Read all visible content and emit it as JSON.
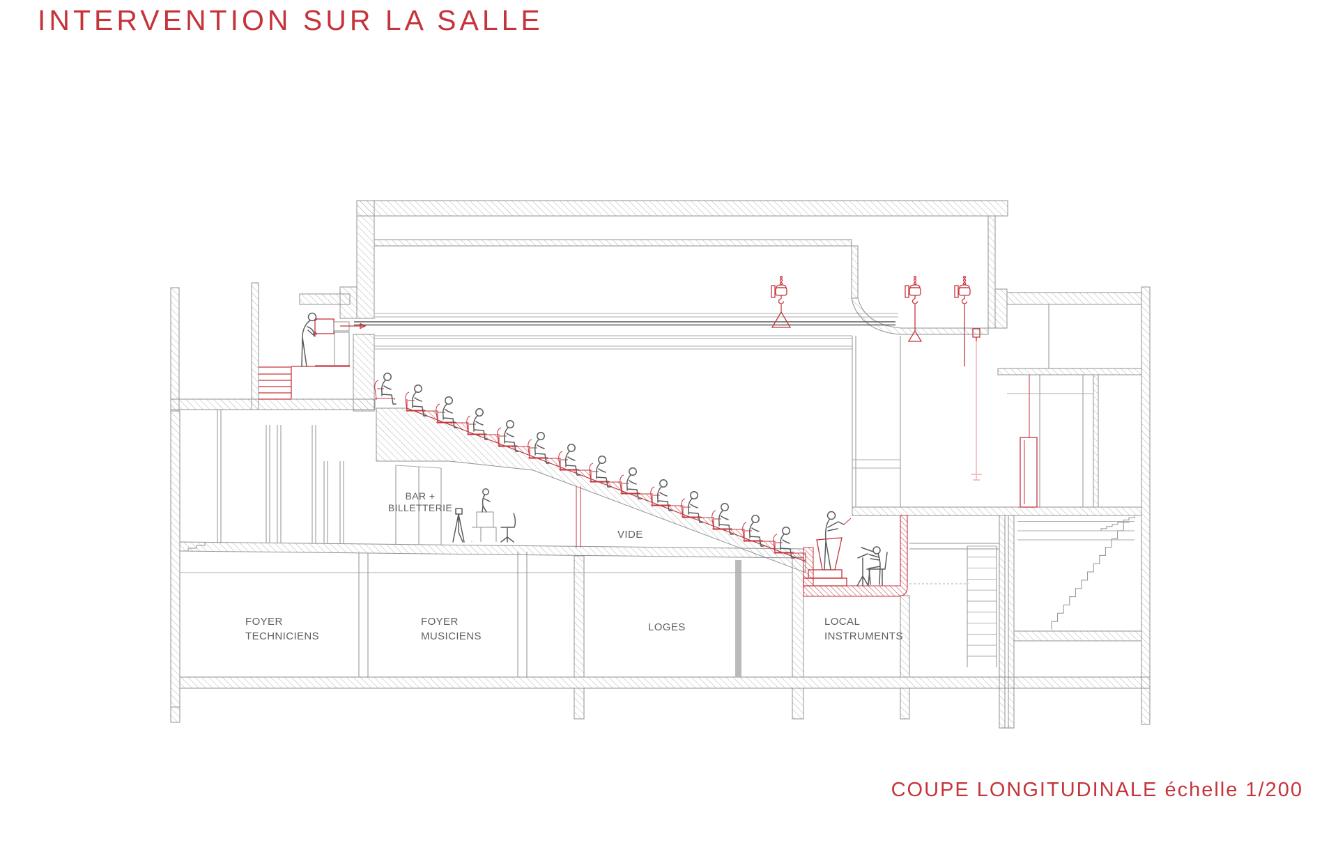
{
  "title": "INTERVENTION SUR LA SALLE",
  "caption": "COUPE LONGITUDINALE échelle 1/200",
  "colors": {
    "accent_red": "#c5343b",
    "line_grey": "#8f9194",
    "hatch_grey": "#b3b5b8",
    "light_grey": "#a9abae",
    "dark_line": "#58595b",
    "figure_grey": "#5a5c5e",
    "text_grey": "#5d5f62",
    "pink": "#eeaeb2",
    "grey_fill": "#b8babc",
    "background": "#ffffff"
  },
  "rooms": {
    "bar_billetterie": {
      "line1": "BAR +",
      "line2": "BILLETTERIE"
    },
    "vide": {
      "label": "VIDE"
    },
    "foyer_techniciens": {
      "line1": "FOYER",
      "line2": "TECHNICIENS"
    },
    "foyer_musiciens": {
      "line1": "FOYER",
      "line2": "MUSICIENS"
    },
    "loges": {
      "label": "LOGES"
    },
    "local_instruments": {
      "line1": "LOCAL",
      "line2": "INSTRUMENTS"
    }
  },
  "drawing": {
    "type": "architectural-section",
    "audience_row_count": 14,
    "chain_hoist_count": 3,
    "icons": {
      "seated_spectator": "seated-person-icon",
      "projectionist": "standing-person-icon",
      "conductor": "conductor-icon",
      "violinist": "violinist-icon",
      "chain_hoist": "chain-hoist-icon",
      "music_stand": "music-stand-icon",
      "camera_tripod": "tripod-icon",
      "office_chair": "office-chair-icon"
    }
  }
}
